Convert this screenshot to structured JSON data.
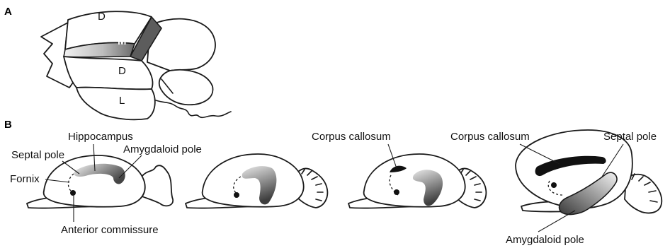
{
  "panel_a": {
    "label": "A",
    "regions": {
      "dorsal_top": "D",
      "medial": "M",
      "dorsal_mid": "D",
      "lateral": "L"
    }
  },
  "panel_b": {
    "label": "B",
    "brain1": {
      "hippocampus": "Hippocampus",
      "septal_pole": "Septal pole",
      "amygdaloid_pole": "Amygdaloid pole",
      "fornix": "Fornix",
      "anterior_commissure": "Anterior commissure"
    },
    "brain3": {
      "corpus_callosum": "Corpus callosum"
    },
    "brain4": {
      "corpus_callosum": "Corpus callosum",
      "septal_pole": "Septal pole",
      "amygdaloid_pole": "Amygdaloid pole"
    }
  },
  "colors": {
    "medial_dark": "#5a5a5a",
    "medial_light": "#e8e8e8",
    "hippocampus_light": "#f0f0f0",
    "hippocampus_dark": "#4d4d4d",
    "corpus_callosum": "#111111"
  }
}
